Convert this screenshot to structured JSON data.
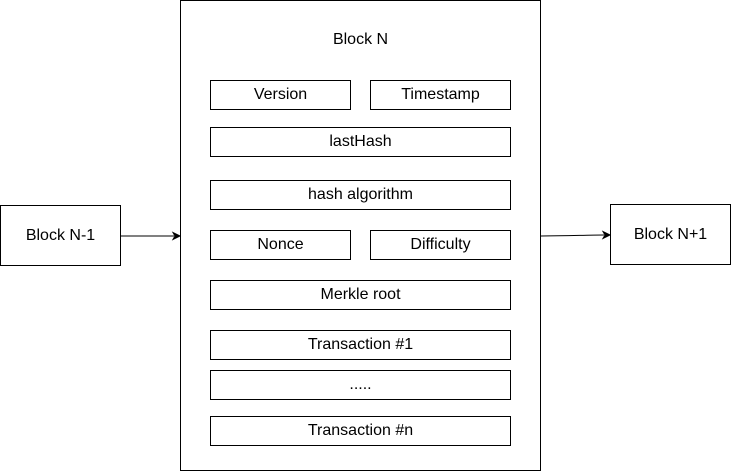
{
  "diagram": {
    "prev_block": "Block N-1",
    "next_block": "Block N+1",
    "block": {
      "title": "Block N",
      "fields": {
        "version": "Version",
        "timestamp": "Timestamp",
        "last_hash": "lastHash",
        "hash_algorithm": "hash algorithm",
        "nonce": "Nonce",
        "difficulty": "Difficulty",
        "merkle_root": "Merkle root",
        "transaction_first": "Transaction #1",
        "ellipsis": ".....",
        "transaction_last": "Transaction #n"
      }
    },
    "colors": {
      "stroke": "#000000",
      "background": "#ffffff"
    }
  }
}
